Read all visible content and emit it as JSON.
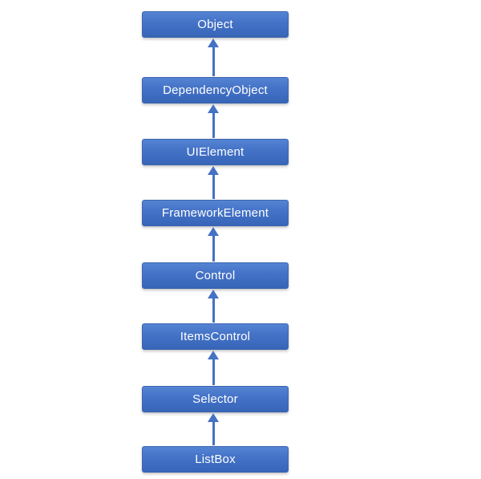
{
  "diagram": {
    "type": "inheritance-hierarchy",
    "orientation": "vertical",
    "nodes": [
      {
        "label": "Object"
      },
      {
        "label": "DependencyObject"
      },
      {
        "label": "UIElement"
      },
      {
        "label": "FrameworkElement"
      },
      {
        "label": "Control"
      },
      {
        "label": "ItemsControl"
      },
      {
        "label": "Selector"
      },
      {
        "label": "ListBox"
      }
    ],
    "edges": [
      {
        "from": "DependencyObject",
        "to": "Object",
        "direction": "up"
      },
      {
        "from": "UIElement",
        "to": "DependencyObject",
        "direction": "up"
      },
      {
        "from": "FrameworkElement",
        "to": "UIElement",
        "direction": "up"
      },
      {
        "from": "Control",
        "to": "FrameworkElement",
        "direction": "up"
      },
      {
        "from": "ItemsControl",
        "to": "Control",
        "direction": "up"
      },
      {
        "from": "Selector",
        "to": "ItemsControl",
        "direction": "up"
      },
      {
        "from": "ListBox",
        "to": "Selector",
        "direction": "up"
      }
    ],
    "colors": {
      "box_fill": "#4472c4",
      "box_fill_light": "#5584d4",
      "box_fill_dark": "#3765b6",
      "box_border": "#3d65ae",
      "arrow": "#4472c4",
      "text": "#ffffff",
      "background": "#ffffff"
    }
  }
}
